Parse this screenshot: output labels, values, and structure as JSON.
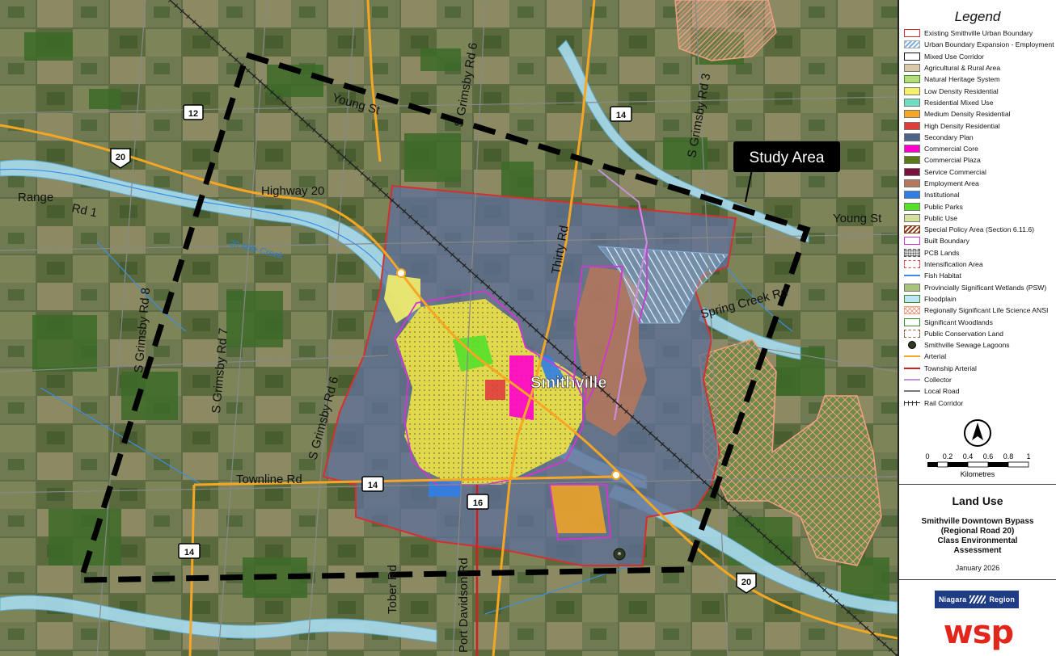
{
  "map": {
    "title": "Smithville",
    "study_area_label": "Study Area",
    "road_labels": {
      "young_st_north": "Young St",
      "young_st_east": "Young St",
      "highway_20": "Highway 20",
      "range_rd": "Range",
      "rd1": "Rd 1",
      "townline_rd": "Townline Rd",
      "thirty_rd": "Thirty Rd",
      "tober_rd": "Tober Rd",
      "port_davidson_rd": "Port Davidson Rd",
      "spring_creek_rd": "Spring Creek Rd",
      "s_grimsby_rd6_north": "S Grimsby Rd 6",
      "s_grimsby_rd3": "S Grimsby Rd 3",
      "s_grimsby_rd8": "S Grimsby Rd 8",
      "s_grimsby_rd7": "S Grimsby Rd 7",
      "s_grimsby_rd6_south": "S Grimsby Rd 6",
      "twenty_mile_creek": "20 Mile Creek"
    },
    "shields": [
      "12",
      "20",
      "14",
      "14",
      "16",
      "14",
      "20"
    ]
  },
  "legend": {
    "title": "Legend",
    "items": [
      {
        "label": "Existing Smithville Urban Boundary",
        "style": "outline",
        "color": "#d62f2f"
      },
      {
        "label": "Urban Boundary Expansion - Employment",
        "style": "hatch-blue",
        "color": "#7fb0e0"
      },
      {
        "label": "Mixed Use Corridor",
        "style": "outline",
        "color": "#111111"
      },
      {
        "label": "Agricultural & Rural Area",
        "style": "fill",
        "color": "#d9c9a9"
      },
      {
        "label": "Natural Heritage System",
        "style": "fill-outline",
        "color": "#b7dc7b"
      },
      {
        "label": "Low Density Residential",
        "style": "fill",
        "color": "#f3f06a"
      },
      {
        "label": "Residential Mixed Use",
        "style": "fill",
        "color": "#6ee0c0"
      },
      {
        "label": "Medium Density Residential",
        "style": "fill",
        "color": "#f5a623"
      },
      {
        "label": "High Density Residential",
        "style": "fill",
        "color": "#e03c3c"
      },
      {
        "label": "Secondary Plan",
        "style": "fill",
        "color": "#4b6488"
      },
      {
        "label": "Commercial Core",
        "style": "fill",
        "color": "#ff00cc"
      },
      {
        "label": "Commercial Plaza",
        "style": "fill",
        "color": "#5a7a1a"
      },
      {
        "label": "Service Commercial",
        "style": "fill",
        "color": "#7a0f3c"
      },
      {
        "label": "Employment Area",
        "style": "fill",
        "color": "#b7775a"
      },
      {
        "label": "Institutional",
        "style": "fill",
        "color": "#2f7ee6"
      },
      {
        "label": "Public Parks",
        "style": "fill",
        "color": "#55e02a"
      },
      {
        "label": "Public Use",
        "style": "fill",
        "color": "#d6e0a0"
      },
      {
        "label": "Special Policy Area (Section 6.11.6)",
        "style": "hatch-brown",
        "color": "#8a3b1a"
      },
      {
        "label": "Built Boundary",
        "style": "outline",
        "color": "#d236d2"
      },
      {
        "label": "PCB Lands",
        "style": "dotted-fill",
        "color": "#aaaaaa"
      },
      {
        "label": "Intensification Area",
        "style": "dashed-outline",
        "color": "#e04040"
      },
      {
        "label": "Fish Habitat",
        "style": "line",
        "color": "#3a8ee6"
      },
      {
        "label": "Provincially Significant Wetlands (PSW)",
        "style": "fill",
        "color": "#a9c27e"
      },
      {
        "label": "Floodplain",
        "style": "fill-outline",
        "color": "#bfe6f5"
      },
      {
        "label": "Regionally Significant Life Science ANSI",
        "style": "cross-hatch",
        "color": "#f0a080"
      },
      {
        "label": "Significant Woodlands",
        "style": "outline",
        "color": "#3c8a2a"
      },
      {
        "label": "Public Conservation Land",
        "style": "dashed-outline",
        "color": "#8a5a3a"
      },
      {
        "label": "Smithville Sewage Lagoons",
        "style": "lagoon-icon",
        "color": "#333333"
      },
      {
        "label": "Arterial",
        "style": "line",
        "color": "#f5a623"
      },
      {
        "label": "Township Arterial",
        "style": "line",
        "color": "#d02020"
      },
      {
        "label": "Collector",
        "style": "line",
        "color": "#c890e0"
      },
      {
        "label": "Local Road",
        "style": "line",
        "color": "#777777"
      },
      {
        "label": "Rail Corridor",
        "style": "rail",
        "color": "#333333"
      }
    ]
  },
  "scale": {
    "ticks": [
      "0",
      "0.2",
      "0.4",
      "0.6",
      "0.8",
      "1"
    ],
    "unit": "Kilometres"
  },
  "title_block": {
    "main": "Land Use",
    "line1": "Smithville Downtown Bypass",
    "line2": "(Regional Road 20)",
    "line3": "Class Environmental",
    "line4": "Assessment",
    "date": "January 2026"
  },
  "logos": {
    "niagara": "Niagara Region",
    "niagara_a": "Niagara",
    "niagara_b": "Region",
    "wsp": "wsp"
  }
}
